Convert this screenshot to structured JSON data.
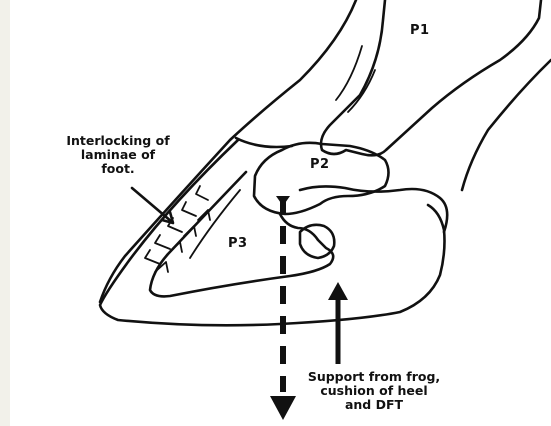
{
  "labels": {
    "p1": "P1",
    "p2": "P2",
    "p3": "P3",
    "laminae": [
      "Interlocking of",
      "laminae of",
      "foot."
    ],
    "support": [
      "Support from frog,",
      "cushion of heel",
      "and DFT"
    ]
  },
  "colors": {
    "ink": "#111111",
    "background": "#ffffff",
    "left_band": "#f2f1ea"
  }
}
